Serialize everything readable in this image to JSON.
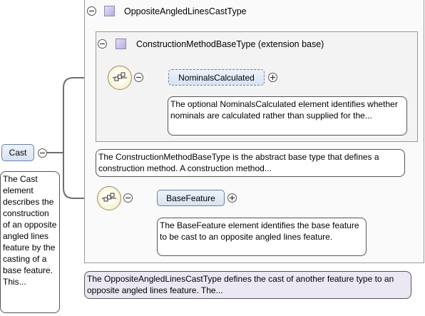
{
  "outer_type": {
    "title": "OppositeAngledLinesCastType",
    "doc": "The OppositeAngledLinesCastType defines the cast of another feature type to an opposite angled lines feature. The..."
  },
  "base_type": {
    "title": "ConstructionMethodBaseType (extension base)",
    "doc": "The ConstructionMethodBaseType is the abstract base type that defines a construction method. A construction method..."
  },
  "element_nominals": {
    "label": "NominalsCalculated",
    "doc": "The optional NominalsCalculated element identifies whether nominals are calculated rather than supplied for the..."
  },
  "element_base": {
    "label": "BaseFeature",
    "doc": "The BaseFeature element identifies the base feature to be cast to an opposite angled lines feature."
  },
  "root": {
    "label": "Cast",
    "doc": "The Cast element describes the construction of an opposite angled lines feature by the casting of a base feature. This..."
  }
}
